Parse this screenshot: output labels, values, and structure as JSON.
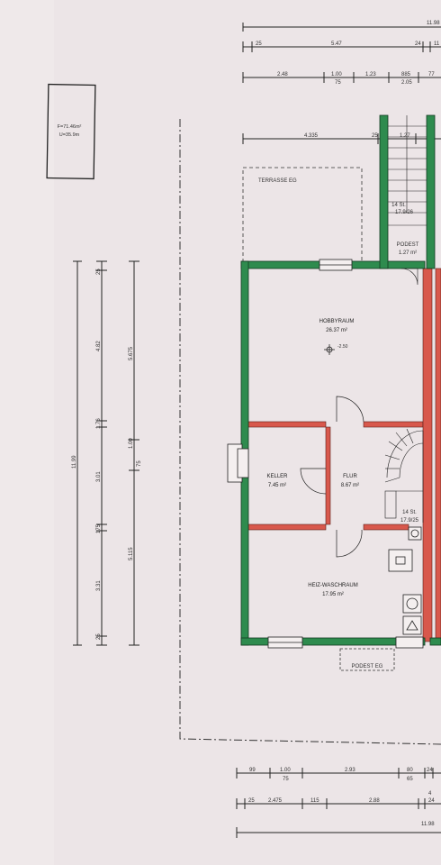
{
  "info_box": {
    "area": "F=71.46m²",
    "volume": "U=35.9m"
  },
  "rooms": [
    {
      "name": "HOBBYRAUM",
      "area": "26.37 m²"
    },
    {
      "name": "KELLER",
      "area": "7.45 m²"
    },
    {
      "name": "FLUR",
      "area": "8.67 m²"
    },
    {
      "name": "HEIZ-WASCHRAUM",
      "area": "17.95 m²"
    }
  ],
  "outdoor": {
    "terrace": "TERRASSE EG",
    "podest_eg": "PODEST EG"
  },
  "stair_top": {
    "podest": "PODEST",
    "podest_area": "1.27 m²",
    "steps": "14 St.",
    "ratio": "17.9/26"
  },
  "stair_inner": {
    "steps": "14 St.",
    "ratio": "17.9/25"
  },
  "level_mark": "-2.50",
  "top_dims": {
    "row1": [
      "11.98"
    ],
    "row2": [
      "25",
      "5.47",
      "24",
      "11"
    ],
    "row3": [
      "2.48",
      "1.00",
      "75",
      "1.23",
      "885",
      "2.05",
      "77"
    ],
    "row4": [
      "4.335",
      "25",
      "1.27"
    ]
  },
  "left_dims": {
    "col_a": [
      "11.99"
    ],
    "col_b": [
      "25",
      "4.82",
      "1.76",
      "3.01",
      "175",
      "3.31",
      "25"
    ],
    "col_c": [
      "5.675",
      "1.00",
      "75",
      "5.115"
    ]
  },
  "bottom_dims": {
    "row1": [
      "99",
      "1.00",
      "75",
      "2.93",
      "80",
      "65",
      "24"
    ],
    "row2": [
      "25",
      "2.475",
      "115",
      "2.88",
      "4",
      "24"
    ],
    "row3": [
      "11.98"
    ]
  }
}
